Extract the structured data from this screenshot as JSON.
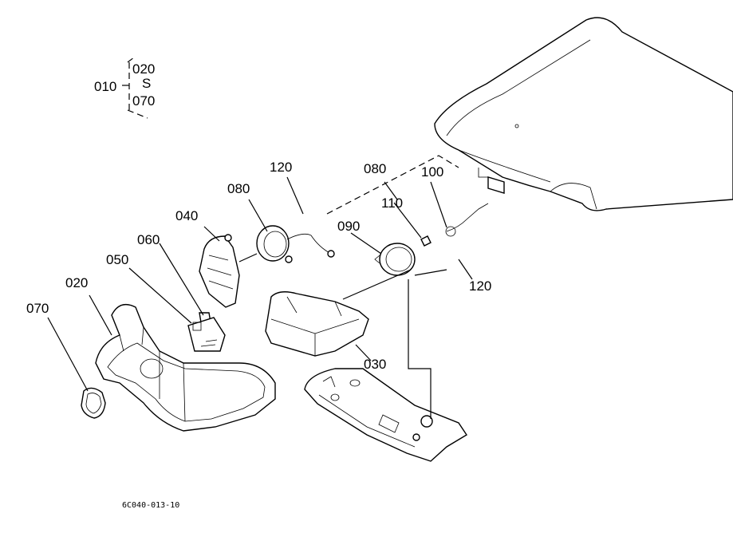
{
  "diagram": {
    "group_label": "010",
    "group_range_start": "020",
    "group_range_sep": "S",
    "group_range_end": "070",
    "figure_code": "6C040-013-10",
    "labels": {
      "p020": "020",
      "p030": "030",
      "p040": "040",
      "p050": "050",
      "p060": "060",
      "p070": "070",
      "p080a": "080",
      "p080b": "080",
      "p090": "090",
      "p100": "100",
      "p110": "110",
      "p120a": "120",
      "p120b": "120"
    }
  }
}
